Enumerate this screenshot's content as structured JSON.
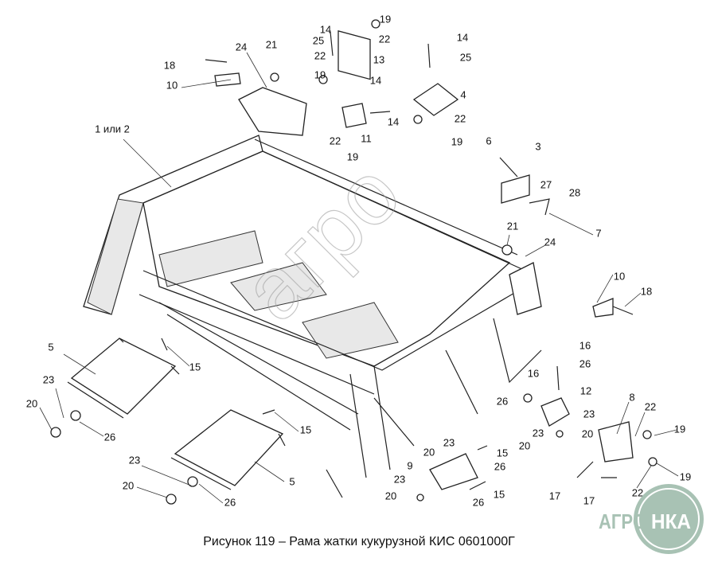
{
  "caption": "Рисунок 119 – Рама жатки кукурузной КИС 0601000Г",
  "logo_text": "АГРОНКА",
  "watermark_text": "агро",
  "labels": [
    "14",
    "19",
    "25",
    "22",
    "13",
    "22",
    "19",
    "14",
    "14",
    "25",
    "4",
    "22",
    "19",
    "18",
    "24",
    "21",
    "10",
    "14",
    "22",
    "11",
    "19",
    "1 или 2",
    "6",
    "3",
    "27",
    "28",
    "7",
    "21",
    "24",
    "10",
    "18",
    "5",
    "15",
    "16",
    "26",
    "16",
    "12",
    "26",
    "8",
    "22",
    "23",
    "19",
    "20",
    "23",
    "20",
    "23",
    "20",
    "26",
    "15",
    "23",
    "20",
    "15",
    "26",
    "9",
    "23",
    "20",
    "26",
    "15",
    "5",
    "23",
    "20",
    "26",
    "17",
    "17",
    "22",
    "19"
  ],
  "colors": {
    "logo": "#a8c2b4",
    "line": "#222222"
  }
}
